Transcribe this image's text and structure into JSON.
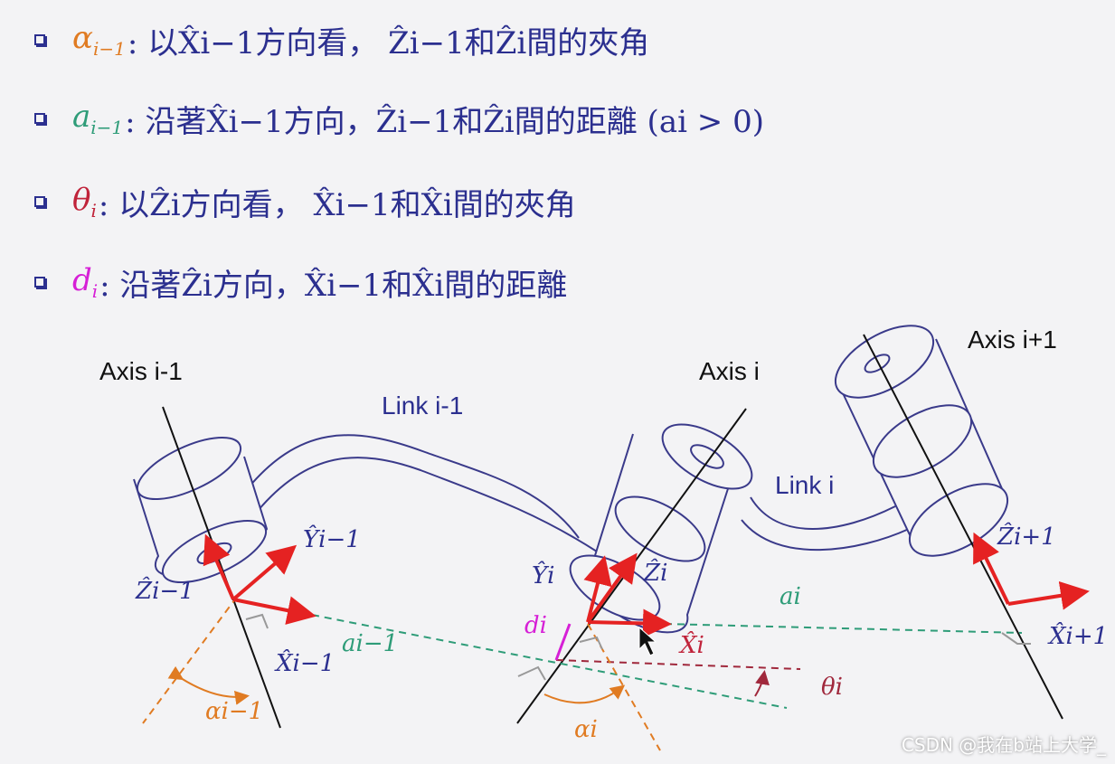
{
  "bullets": [
    {
      "symbol": "α",
      "sub": "i−1",
      "color": "#e07b22",
      "text": ": 以X̂i−1方向看， Ẑi−1和Ẑi間的夾角"
    },
    {
      "symbol": "a",
      "sub": "i−1",
      "color": "#2e9c78",
      "text": ": 沿著X̂i−1方向，Ẑi−1和Ẑi間的距離 (ai > 0)"
    },
    {
      "symbol": "θ",
      "sub": "i",
      "color": "#c0233a",
      "text": ": 以Ẑi方向看， X̂i−1和X̂i間的夾角"
    },
    {
      "symbol": "d",
      "sub": "i",
      "color": "#d61fd6",
      "text": ": 沿著Ẑi方向，X̂i−1和X̂i間的距離"
    }
  ],
  "labels": {
    "axis_prev": "Axis i-1",
    "axis_cur": "Axis i",
    "axis_next": "Axis i+1",
    "link_prev": "Link i-1",
    "link_cur": "Link i",
    "y_prev": "Ŷi−1",
    "z_prev": "Ẑi−1",
    "x_prev": "X̂i−1",
    "a_prev": "ai−1",
    "alpha_prev": "αi−1",
    "y_cur": "Ŷi",
    "z_cur": "Ẑi",
    "x_cur": "X̂i",
    "d_cur": "di",
    "alpha_cur": "αi",
    "a_cur": "ai",
    "theta_cur": "θi",
    "z_next": "Ẑi+1",
    "x_next": "X̂i+1"
  },
  "watermark": "CSDN @我在b站上大学_",
  "colors": {
    "text": "#2b2f8f",
    "frame": "#e52222",
    "link": "#3a3a8a",
    "alpha": "#e07b22",
    "a": "#2e9c78",
    "theta": "#a0283c",
    "d": "#d61fd6"
  }
}
